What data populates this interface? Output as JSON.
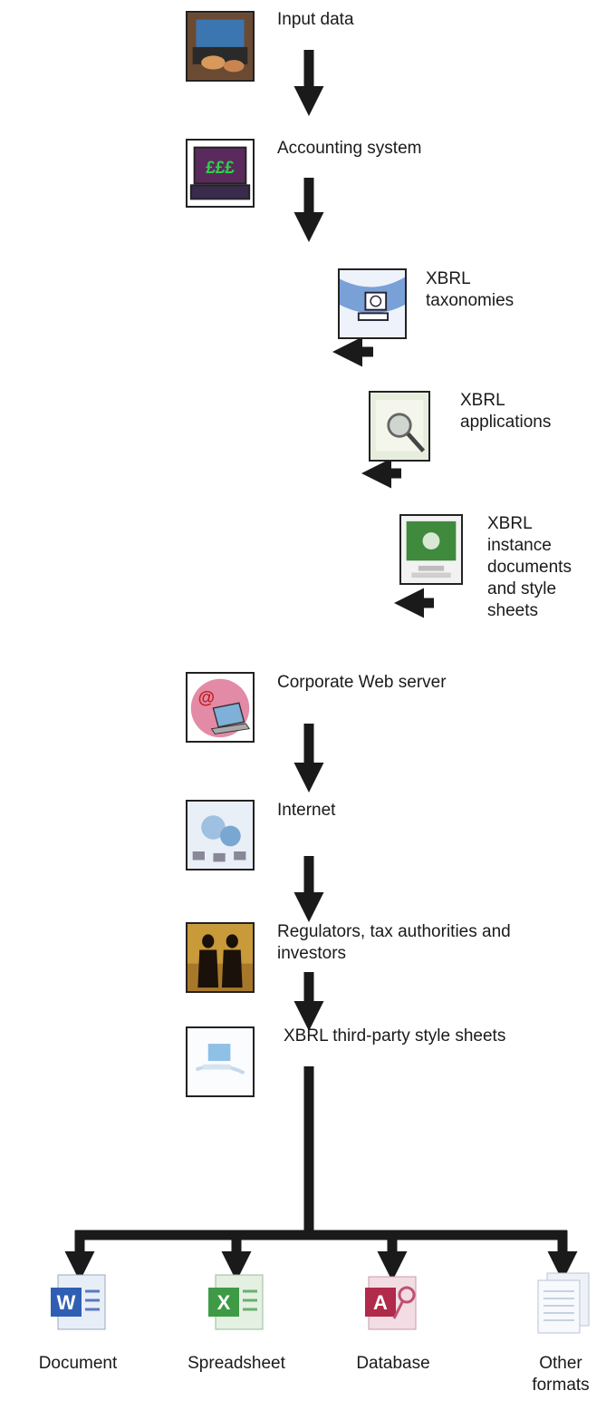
{
  "steps": {
    "input": "Input data",
    "accounting": "Accounting system",
    "taxonomies": "XBRL\ntaxonomies",
    "applications": "XBRL\napplications",
    "instance": "XBRL\ninstance\ndocuments\nand style\nsheets",
    "webserver": "Corporate Web server",
    "internet": "Internet",
    "regulators": "Regulators, tax authorities and\ninvestors",
    "thirdparty": "XBRL third-party style sheets"
  },
  "outputs": {
    "document": "Document",
    "spreadsheet": "Spreadsheet",
    "database": "Database",
    "other": "Other\nformats"
  },
  "icons": {
    "input": "laptop-typing-icon",
    "accounting": "pound-monitor-icon",
    "taxonomies": "computer-globe-icon",
    "applications": "magnifier-icon",
    "instance": "monitor-icon",
    "webserver": "email-laptop-icon",
    "internet": "network-icon",
    "regulators": "handshake-icon",
    "thirdparty": "computer-icon",
    "document": "word-icon",
    "spreadsheet": "excel-icon",
    "database": "access-icon",
    "other": "documents-icon"
  },
  "colors": {
    "arrow": "#1a1a1a"
  }
}
